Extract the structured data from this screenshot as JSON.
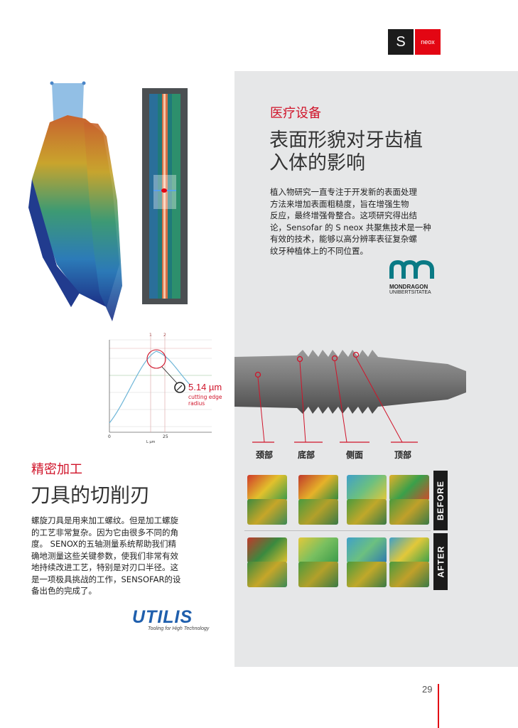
{
  "brand": {
    "letter": "S",
    "name": "neox"
  },
  "medical": {
    "section_label": "医疗设备",
    "title_line1": "表面形貌对牙齿植",
    "title_line2": "入体的影响",
    "body": [
      "植入物研究一直专注于开发新的表面处理",
      "方法来增加表面粗糙度，旨在增强生物",
      "反应，最终增强骨整合。这项研究得出结",
      "论，Sensofar 的 S neox 共聚焦技术是一种",
      "有效的技术，能够以高分辨率表征复杂螺",
      "纹牙种植体上的不同位置。"
    ],
    "logo_line1": "MONDRAGON",
    "logo_line2": "UNIBERTSITATEA",
    "labels": [
      "颈部",
      "底部",
      "侧面",
      "顶部"
    ],
    "before": "BEFORE",
    "after": "AFTER"
  },
  "cutting": {
    "section_label": "精密加工",
    "title": "刀具的切削刃",
    "body": [
      "螺旋刀具是用来加工螺纹。但是加工螺旋",
      "的工艺非常复杂。因为它由很多不同的角",
      "度。 SENOX的五轴测量系统帮助我们精",
      "确地测量这些关键参数，使我们非常有效",
      "地持续改进工艺，特别是对刃口半径。这",
      "是一项极具挑战的工作，SENSOFAR的设",
      "备出色的完成了。"
    ],
    "radius_value": "5.14 µm",
    "radius_label1": "cutting edge",
    "radius_label2": "radius",
    "tick_0": "0",
    "tick_25": "25",
    "axis_unit": "L µm",
    "cursor_1": "1",
    "cursor_2": "2",
    "logo_name": "UTILIS",
    "logo_tagline": "Tooling for High Technology"
  },
  "page_number": "29"
}
